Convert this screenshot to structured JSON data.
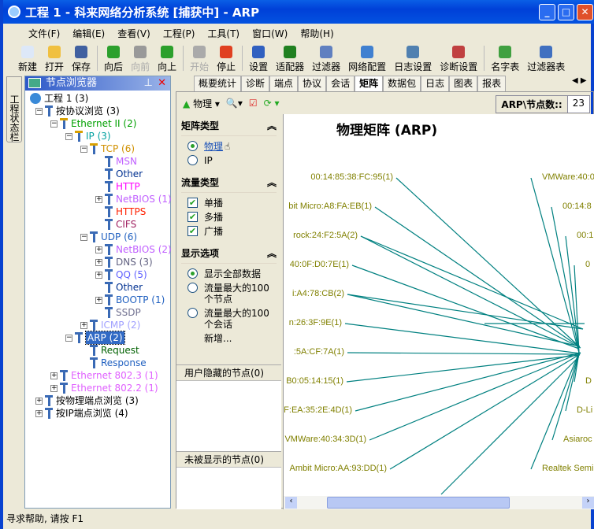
{
  "window": {
    "title": "工程 1 - 科来网络分析系统 [捕获中] - ARP"
  },
  "menu": [
    "文件(F)",
    "编辑(E)",
    "查看(V)",
    "工程(P)",
    "工具(T)",
    "窗口(W)",
    "帮助(H)"
  ],
  "toolbar": [
    {
      "label": "新建",
      "color": "#dde8f8"
    },
    {
      "label": "打开",
      "color": "#f0c040"
    },
    {
      "label": "保存",
      "color": "#4060a0"
    },
    "|",
    {
      "label": "向后",
      "color": "#2ca02c"
    },
    {
      "label": "向前",
      "color": "#999999",
      "disabled": true
    },
    {
      "label": "向上",
      "color": "#2ca02c"
    },
    "|",
    {
      "label": "开始",
      "color": "#aaaaaa",
      "disabled": true
    },
    {
      "label": "停止",
      "color": "#e04020"
    },
    "|",
    {
      "label": "设置",
      "color": "#3060c0"
    },
    {
      "label": "适配器",
      "color": "#208020"
    },
    {
      "label": "过滤器",
      "color": "#6080c0"
    },
    {
      "label": "网络配置",
      "color": "#4080d0"
    },
    {
      "label": "日志设置",
      "color": "#5080b0"
    },
    {
      "label": "诊断设置",
      "color": "#c04040"
    },
    "|",
    {
      "label": "名字表",
      "color": "#40a040"
    },
    {
      "label": "过滤器表",
      "color": "#4070c0"
    }
  ],
  "side_tab": "工程状态栏",
  "node_browser": {
    "title": "节点浏览器"
  },
  "tree": [
    {
      "label": "工程 1 (3)",
      "color": "#000000",
      "level": 0
    },
    {
      "label": "按协议浏览 (3)",
      "color": "#000000",
      "level": 1,
      "pm": "-"
    },
    {
      "label": "Ethernet II (2)",
      "color": "#00a000",
      "level": 2,
      "pm": "-"
    },
    {
      "label": "IP (3)",
      "color": "#00a0a0",
      "level": 3,
      "pm": "-"
    },
    {
      "label": "TCP (6)",
      "color": "#d09000",
      "level": 4,
      "pm": "-"
    },
    {
      "label": "MSN",
      "color": "#c060ff",
      "level": 5
    },
    {
      "label": "Other",
      "color": "#003090",
      "level": 5
    },
    {
      "label": "HTTP",
      "color": "#ff00ff",
      "level": 5
    },
    {
      "label": "NetBIOS (1)",
      "color": "#c060ff",
      "level": 5,
      "pm": "+"
    },
    {
      "label": "HTTPS",
      "color": "#ff2000",
      "level": 5
    },
    {
      "label": "CIFS",
      "color": "#a02060",
      "level": 5
    },
    {
      "label": "UDP (6)",
      "color": "#2060c0",
      "level": 4,
      "pm": "-"
    },
    {
      "label": "NetBIOS (2)",
      "color": "#c060ff",
      "level": 5,
      "pm": "+"
    },
    {
      "label": "DNS (3)",
      "color": "#606080",
      "level": 5,
      "pm": "+"
    },
    {
      "label": "QQ (5)",
      "color": "#6060ff",
      "level": 5,
      "pm": "+"
    },
    {
      "label": "Other",
      "color": "#003090",
      "level": 5
    },
    {
      "label": "BOOTP (1)",
      "color": "#2060c0",
      "level": 5,
      "pm": "+"
    },
    {
      "label": "SSDP",
      "color": "#707090",
      "level": 5
    },
    {
      "label": "ICMP (2)",
      "color": "#a0a0ff",
      "level": 4,
      "pm": "+"
    },
    {
      "label": "ARP (2)",
      "color": "#ffffff",
      "level": 3,
      "pm": "-",
      "selected": true
    },
    {
      "label": "Request",
      "color": "#006000",
      "level": 4
    },
    {
      "label": "Response",
      "color": "#2060c0",
      "level": 4
    },
    {
      "label": "Ethernet 802.3 (1)",
      "color": "#e060ff",
      "level": 2,
      "pm": "+"
    },
    {
      "label": "Ethernet 802.2 (1)",
      "color": "#e060ff",
      "level": 2,
      "pm": "+"
    },
    {
      "label": "按物理端点浏览 (3)",
      "color": "#000000",
      "level": 1,
      "pm": "+"
    },
    {
      "label": "按IP端点浏览 (4)",
      "color": "#000000",
      "level": 1,
      "pm": "+"
    }
  ],
  "statusbar": "寻求帮助, 请按 F1",
  "tabs": [
    "概要统计",
    "诊断",
    "端点",
    "协议",
    "会话",
    "矩阵",
    "数据包",
    "日志",
    "图表",
    "报表"
  ],
  "active_tab": "矩阵",
  "subtoolbar": {
    "view": "物理",
    "count_label": "ARP\\节点数::",
    "count": "23"
  },
  "options": {
    "matrix_type": {
      "title": "矩阵类型",
      "items": [
        "物理",
        "IP"
      ],
      "selected": "物理"
    },
    "traffic_type": {
      "title": "流量类型",
      "items": [
        "单播",
        "多播",
        "广播"
      ]
    },
    "display": {
      "title": "显示选项",
      "items": [
        "显示全部数据",
        "流量最大的100个节点",
        "流量最大的100个会话"
      ],
      "selected": "显示全部数据",
      "add": "新增..."
    },
    "hidden_nodes": "用户隐藏的节点(0)",
    "not_shown_nodes": "未被显示的节点(0)"
  },
  "matrix": {
    "title": "物理矩阵 (ARP)",
    "line_color": "#008080",
    "left_nodes": [
      "00:14:85:38:FC:95(1)",
      "bit Micro:A8:FA:EB(1)",
      "rock:24:F2:5A(2)",
      "40:0F:D0:7E(1)",
      "i:A4:78:CB(2)",
      "n:26:3F:9E(1)",
      ":5A:CF:7A(1)",
      "B0:05:14:15(1)",
      "F:EA:35:2E:4D(1)",
      "VMWare:40:34:3D(1)",
      "Ambit Micro:AA:93:DD(1)"
    ],
    "right_nodes": [
      "VMWare:40:0",
      "00:14:8",
      "00:1",
      "0",
      "D",
      "D-Li",
      "Asiaroc",
      "Realtek Semi:"
    ]
  }
}
